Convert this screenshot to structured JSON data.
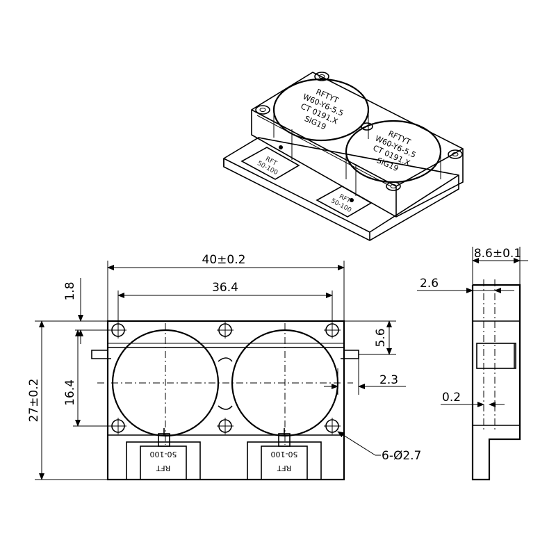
{
  "iso_view": {
    "disk1_lines": [
      "RFTYT",
      "W60-Y6-5.5",
      "CT 0191.X",
      "SIG19"
    ],
    "disk2_lines": [
      "RFTYT",
      "W60-Y6-5.5",
      "CT 0191.X",
      "SIG19"
    ],
    "tab1_lines": [
      "RFT",
      "50-100"
    ],
    "tab2_lines": [
      "RFT",
      "50-100"
    ]
  },
  "front_view": {
    "dim_overall_width": "40±0.2",
    "dim_hole_pitch_x": "36.4",
    "dim_hole_edge_offset": "1.8",
    "dim_overall_height": "27±0.2",
    "dim_hole_pitch_y": "16.4",
    "dim_top_offset": "5.6",
    "dim_tab_offset": "2.3",
    "hole_callout": "6-Ø2.7",
    "label_left_top": "50-100",
    "label_left_bottom": "RFT",
    "label_right_top": "50-100",
    "label_right_bottom": "RFT"
  },
  "side_view": {
    "dim_thickness": "8.6±0.1",
    "dim_tab_position": "2.6",
    "dim_tab_thickness": "0.2"
  }
}
